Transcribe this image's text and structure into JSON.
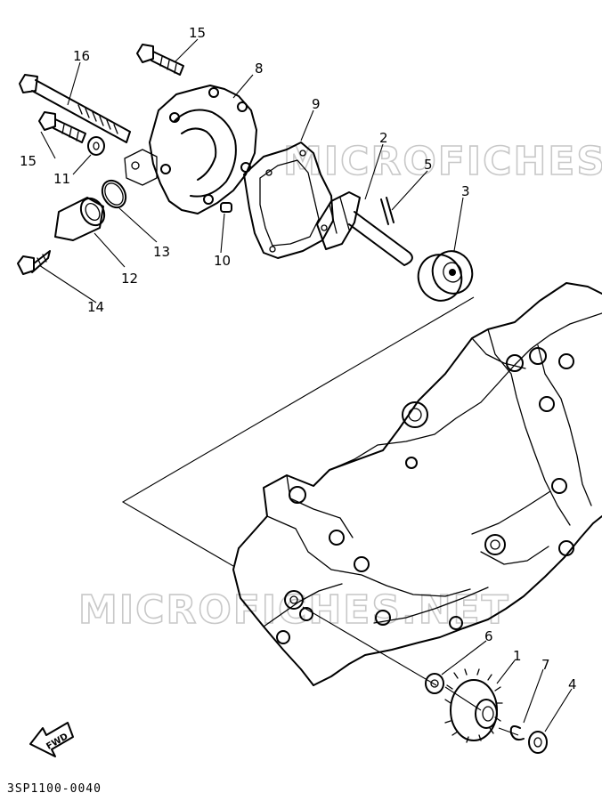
{
  "watermark": {
    "top": "MICROFICHES.NET",
    "bottom": "MICROFICHES.NET"
  },
  "callouts": [
    {
      "id": "c1",
      "text": "1"
    },
    {
      "id": "c2",
      "text": "2"
    },
    {
      "id": "c3",
      "text": "3"
    },
    {
      "id": "c4",
      "text": "4"
    },
    {
      "id": "c5",
      "text": "5"
    },
    {
      "id": "c6",
      "text": "6"
    },
    {
      "id": "c7",
      "text": "7"
    },
    {
      "id": "c8",
      "text": "8"
    },
    {
      "id": "c9",
      "text": "9"
    },
    {
      "id": "c10",
      "text": "10"
    },
    {
      "id": "c11",
      "text": "11"
    },
    {
      "id": "c12",
      "text": "12"
    },
    {
      "id": "c13",
      "text": "13"
    },
    {
      "id": "c14",
      "text": "14"
    },
    {
      "id": "c15a",
      "text": "15"
    },
    {
      "id": "c15b",
      "text": "15"
    },
    {
      "id": "c16",
      "text": "16"
    }
  ],
  "fwd_arrow": {
    "label": "FWD"
  },
  "diagram_code": "3SP1100-0040"
}
